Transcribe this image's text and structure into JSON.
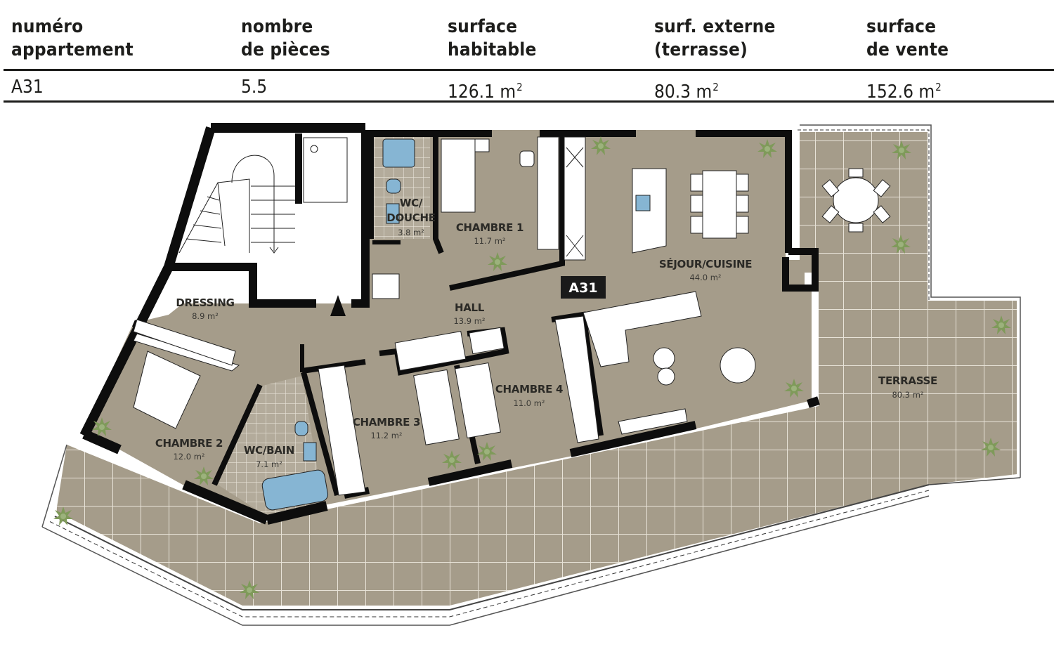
{
  "spec_table": {
    "headers": [
      {
        "line1": "numéro",
        "line2": "appartement"
      },
      {
        "line1": "nombre",
        "line2": "de pièces"
      },
      {
        "line1": "surface",
        "line2": "habitable"
      },
      {
        "line1": "surf. externe",
        "line2": "(terrasse)"
      },
      {
        "line1": "surface",
        "line2": "de vente"
      }
    ],
    "values": {
      "apartment_number": "A31",
      "rooms": "5.5",
      "living_area": "126.1 m",
      "terrace_area": "80.3 m",
      "sale_area": "152.6 m",
      "unit_sup": "2"
    }
  },
  "floor_plan": {
    "unit_badge": "A31",
    "rooms": [
      {
        "name": "DRESSING",
        "area": "8.9 m²"
      },
      {
        "name": "WC/",
        "name2": "DOUCHE",
        "area": "3.8 m²"
      },
      {
        "name": "CHAMBRE 1",
        "area": "11.7 m²"
      },
      {
        "name": "SÉJOUR/CUISINE",
        "area": "44.0 m²"
      },
      {
        "name": "HALL",
        "area": "13.9 m²"
      },
      {
        "name": "CHAMBRE 2",
        "area": "12.0 m²"
      },
      {
        "name": "WC/BAIN",
        "area": "7.1 m²"
      },
      {
        "name": "CHAMBRE 3",
        "area": "11.2 m²"
      },
      {
        "name": "CHAMBRE 4",
        "area": "11.0 m²"
      },
      {
        "name": "TERRASSE",
        "area": "80.3 m²"
      }
    ],
    "colors": {
      "floor": "#a59c8a",
      "wall": "#0d0d0d",
      "tile_line": "#e8e3d8",
      "plant": "#7f9a5a",
      "sanitary": "#86b5d3",
      "badge_bg": "#1a1a1a",
      "badge_text": "#ffffff"
    }
  }
}
